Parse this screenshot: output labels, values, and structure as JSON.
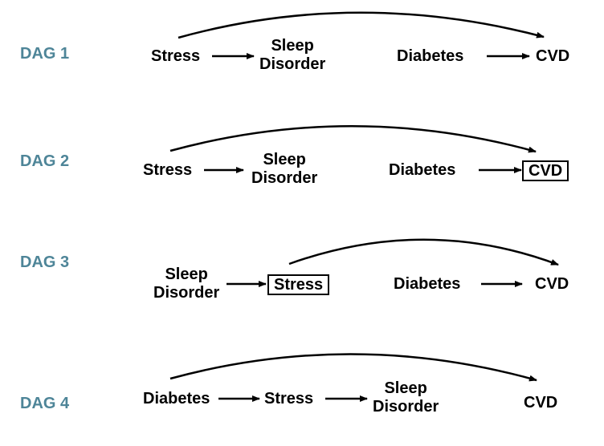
{
  "labels": {
    "stress": "Stress",
    "sleep_1": "Sleep",
    "sleep_2": "Disorder",
    "diabetes": "Diabetes",
    "cvd": "CVD"
  },
  "colors": {
    "dag_label": "#4e8598",
    "node_text": "#000000",
    "arrow": "#000000"
  },
  "dags": [
    {
      "label": "DAG 1",
      "order": [
        "Stress",
        "Sleep Disorder",
        "Diabetes",
        "CVD"
      ],
      "edges": [
        [
          "Stress",
          "Sleep Disorder"
        ],
        [
          "Diabetes",
          "CVD"
        ],
        [
          "Stress",
          "CVD"
        ]
      ],
      "boxed": []
    },
    {
      "label": "DAG 2",
      "order": [
        "Stress",
        "Sleep Disorder",
        "Diabetes",
        "CVD"
      ],
      "edges": [
        [
          "Stress",
          "Sleep Disorder"
        ],
        [
          "Diabetes",
          "CVD"
        ],
        [
          "Stress",
          "CVD"
        ]
      ],
      "boxed": [
        "CVD"
      ]
    },
    {
      "label": "DAG 3",
      "order": [
        "Sleep Disorder",
        "Stress",
        "Diabetes",
        "CVD"
      ],
      "edges": [
        [
          "Sleep Disorder",
          "Stress"
        ],
        [
          "Diabetes",
          "CVD"
        ],
        [
          "Stress",
          "CVD"
        ]
      ],
      "boxed": [
        "Stress"
      ]
    },
    {
      "label": "DAG 4",
      "order": [
        "Diabetes",
        "Stress",
        "Sleep Disorder",
        "CVD"
      ],
      "edges": [
        [
          "Diabetes",
          "Stress"
        ],
        [
          "Stress",
          "Sleep Disorder"
        ],
        [
          "Diabetes",
          "CVD"
        ]
      ],
      "boxed": []
    }
  ]
}
